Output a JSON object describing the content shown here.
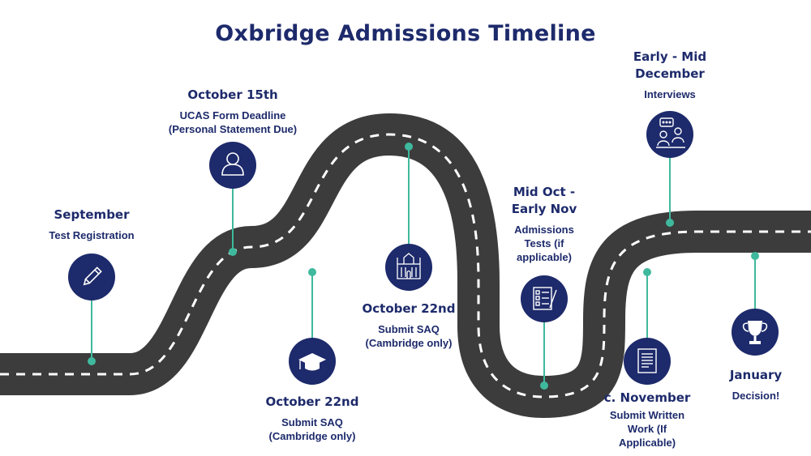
{
  "title": "Oxbridge Admissions Timeline",
  "colors": {
    "navy": "#1d2a6b",
    "road": "#3c3c3c",
    "teal": "#3fb99d",
    "dash": "#ffffff"
  },
  "milestones": [
    {
      "date": "September",
      "desc": "Test Registration",
      "icon": "pencil-icon"
    },
    {
      "date": "October 15th",
      "desc": "UCAS Form Deadline\n(Personal Statement Due)",
      "icon": "user-icon"
    },
    {
      "date": "October 22nd",
      "desc": "Submit SAQ\n(Cambridge only)",
      "icon": "graduation-cap-icon"
    },
    {
      "date": "October 22nd",
      "desc": "Submit SAQ\n(Cambridge only)",
      "icon": "college-building-icon"
    },
    {
      "date": "Mid Oct -\nEarly Nov",
      "desc": "Admissions\nTests (if\napplicable)",
      "icon": "checklist-icon"
    },
    {
      "date": "Early - Mid\nDecember",
      "desc": "Interviews",
      "icon": "interview-icon"
    },
    {
      "date": "c. November",
      "desc": "Submit Written\nWork (If\nApplicable)",
      "icon": "document-icon"
    },
    {
      "date": "January",
      "desc": "Decision!",
      "icon": "trophy-icon"
    }
  ]
}
